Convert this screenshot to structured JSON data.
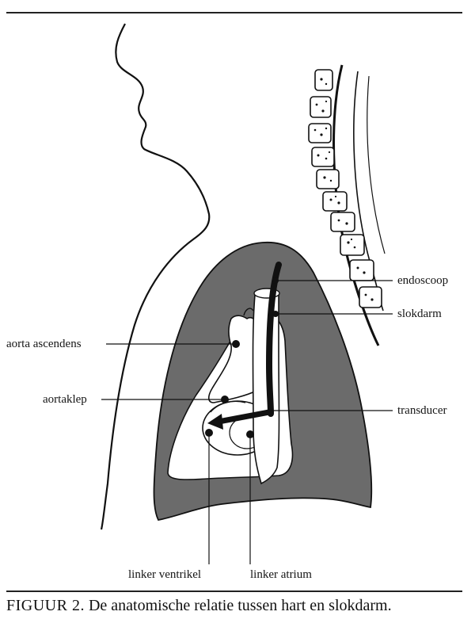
{
  "labels": {
    "endoscoop": "endoscoop",
    "slokdarm": "slokdarm",
    "aorta_ascendens": "aorta ascendens",
    "aortaklep": "aortaklep",
    "transducer": "transducer",
    "linker_ventrikel": "linker ventrikel",
    "linker_atrium": "linker atrium"
  },
  "caption": {
    "figure_label": "FIGUUR 2.",
    "text": "De anatomische relatie tussen hart en slokdarm."
  },
  "colors": {
    "lung_fill": "#6b6b6b",
    "line": "#111111",
    "background": "#ffffff"
  }
}
